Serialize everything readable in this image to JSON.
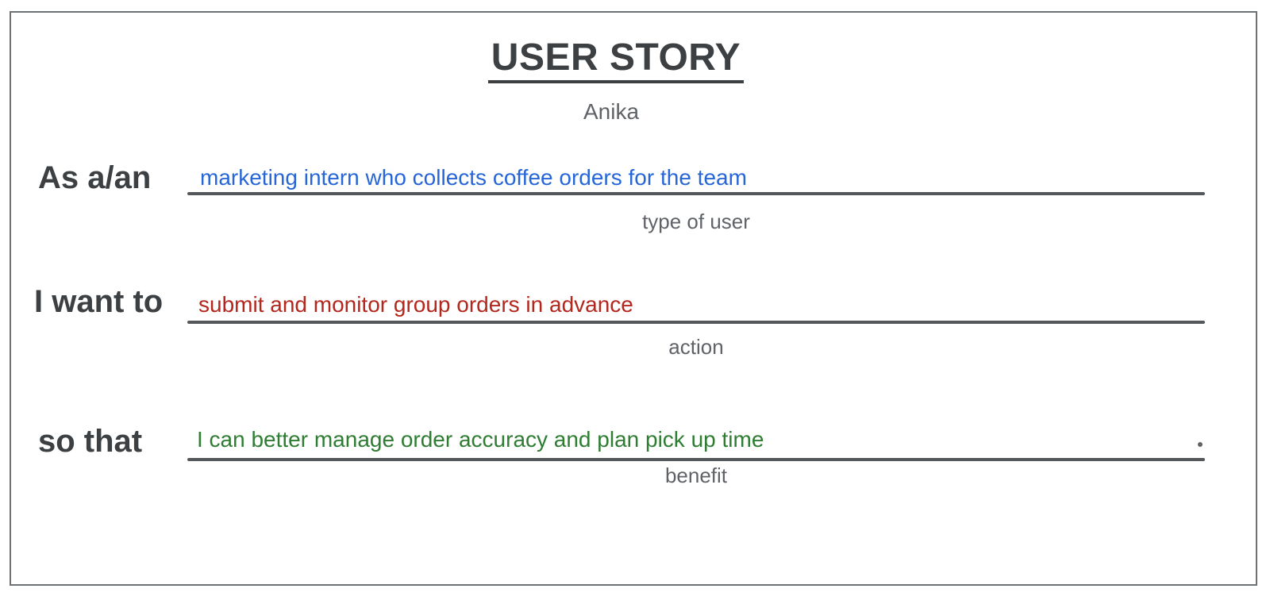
{
  "title": "USER STORY",
  "subtitle": "Anika",
  "rows": [
    {
      "label": "As a/an",
      "value": "marketing intern who collects coffee orders for the team",
      "value_color": "#2666d8",
      "caption": "type of user"
    },
    {
      "label": "I want to",
      "value": "submit and monitor group orders in advance",
      "value_color": "#b3271d",
      "caption": "action"
    },
    {
      "label": "so that",
      "value": "I can better manage order accuracy and plan pick up time",
      "value_color": "#2e7d32",
      "caption": "benefit"
    }
  ],
  "colors": {
    "heading": "#3c4043",
    "muted": "#5f6368",
    "line": "#55585b",
    "border": "#6e7174"
  }
}
